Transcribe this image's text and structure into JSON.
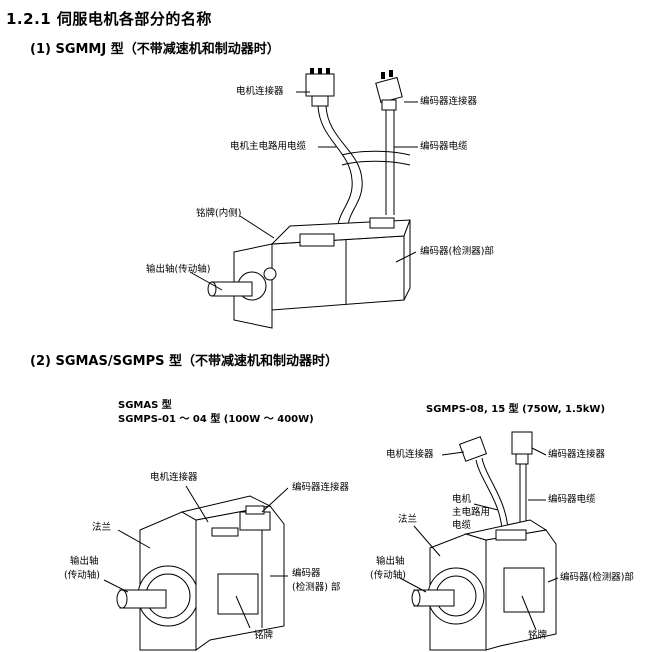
{
  "heading": "1.2.1 伺服电机各部分的名称",
  "section1": {
    "title": "(1) SGMMJ 型（不带减速机和制动器时）",
    "labels": {
      "motor_connector": "电机连接器",
      "encoder_connector": "编码器连接器",
      "motor_cable": "电机主电路用电缆",
      "encoder_cable": "编码器电缆",
      "nameplate_inner": "铭牌(内侧)",
      "output_shaft": "输出轴(传动轴)",
      "encoder_part": "编码器(检测器)部"
    }
  },
  "section2": {
    "title": "(2) SGMAS/SGMPS 型（不带减速机和制动器时）",
    "left": {
      "subtitle1": "SGMAS 型",
      "subtitle2": "SGMPS-01 ～ 04 型 (100W ～ 400W)",
      "labels": {
        "motor_connector": "电机连接器",
        "encoder_connector": "编码器连接器",
        "flange": "法兰",
        "output_shaft_1": "输出轴",
        "output_shaft_2": "(传动轴)",
        "encoder_1": "编码器",
        "encoder_2": "(检测器) 部",
        "nameplate": "铭牌"
      }
    },
    "right": {
      "subtitle": "SGMPS-08, 15 型 (750W, 1.5kW)",
      "labels": {
        "motor_connector": "电机连接器",
        "encoder_connector": "编码器连接器",
        "motor_cable_1": "电机",
        "motor_cable_2": "主电路用",
        "motor_cable_3": "电缆",
        "encoder_cable": "编码器电缆",
        "flange": "法兰",
        "output_shaft_1": "输出轴",
        "output_shaft_2": "(传动轴)",
        "encoder_part": "编码器(检测器)部",
        "nameplate": "铭牌"
      }
    }
  }
}
